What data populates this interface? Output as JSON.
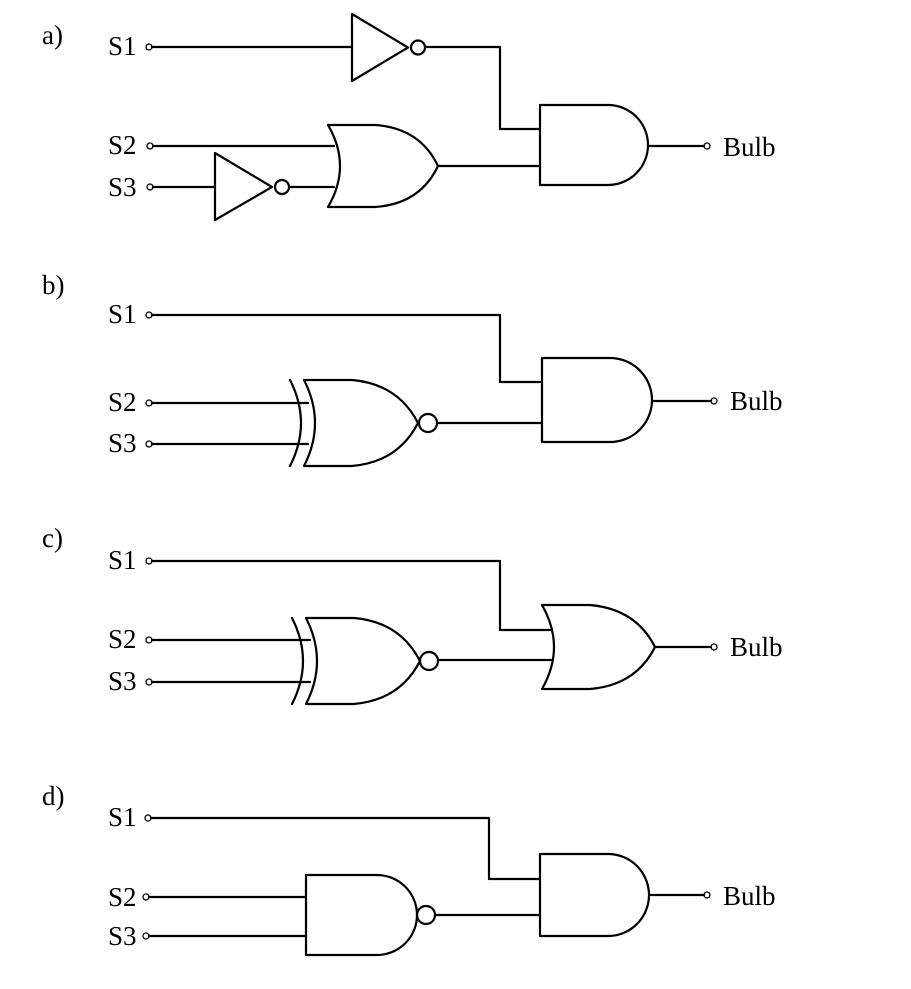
{
  "circuits": [
    {
      "label": "a)",
      "inputs": [
        "S1",
        "S2",
        "S3"
      ],
      "output": "Bulb"
    },
    {
      "label": "b)",
      "inputs": [
        "S1",
        "S2",
        "S3"
      ],
      "output": "Bulb"
    },
    {
      "label": "c)",
      "inputs": [
        "S1",
        "S2",
        "S3"
      ],
      "output": "Bulb"
    },
    {
      "label": "d)",
      "inputs": [
        "S1",
        "S2",
        "S3"
      ],
      "output": "Bulb"
    }
  ]
}
